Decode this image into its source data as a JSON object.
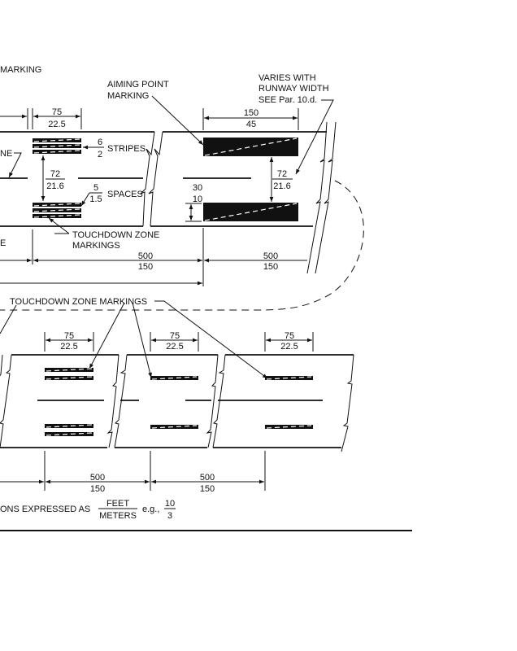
{
  "labels": {
    "top_section_title": "MARKING",
    "aiming_point_line1": "AIMING POINT",
    "aiming_point_line2": "MARKING",
    "varies_line1": "VARIES WITH",
    "varies_line2": "RUNWAY WIDTH",
    "varies_line3": "SEE Par. 10.d.",
    "centerline_partial": "NE",
    "stripes": "STRIPES",
    "spaces": "SPACES",
    "tdz_top_line1": "TOUCHDOWN ZONE",
    "tdz_top_line2": "MARKINGS",
    "left_partial_bottom": "E",
    "tdz_bottom": "TOUCHDOWN ZONE MARKINGS",
    "footnote_prefix": "ONS EXPRESSED AS",
    "footnote_num": "FEET",
    "footnote_den": "METERS",
    "footnote_eg": "e.g.,",
    "footnote_eg_num": "10",
    "footnote_eg_den": "3"
  },
  "dimensions": {
    "tdz_width_top": {
      "feet": "75",
      "meters": "22.5"
    },
    "aiming_len": {
      "feet": "150",
      "meters": "45"
    },
    "stripe_width": {
      "feet": "6",
      "meters": "2"
    },
    "space_width": {
      "feet": "5",
      "meters": "1.5"
    },
    "gap_left": {
      "feet": "72",
      "meters": "21.6"
    },
    "gap_right": {
      "feet": "72",
      "meters": "21.6"
    },
    "aiming_width": {
      "feet": "30",
      "meters": "10"
    },
    "spacing_top_1": {
      "feet": "500",
      "meters": "150"
    },
    "spacing_top_2": {
      "feet": "500",
      "meters": "150"
    },
    "tdz_width_bottom_1": {
      "feet": "75",
      "meters": "22.5"
    },
    "tdz_width_bottom_2": {
      "feet": "75",
      "meters": "22.5"
    },
    "tdz_width_bottom_3": {
      "feet": "75",
      "meters": "22.5"
    },
    "spacing_bottom_1": {
      "feet": "500",
      "meters": "150"
    },
    "spacing_bottom_2": {
      "feet": "500",
      "meters": "150"
    }
  }
}
